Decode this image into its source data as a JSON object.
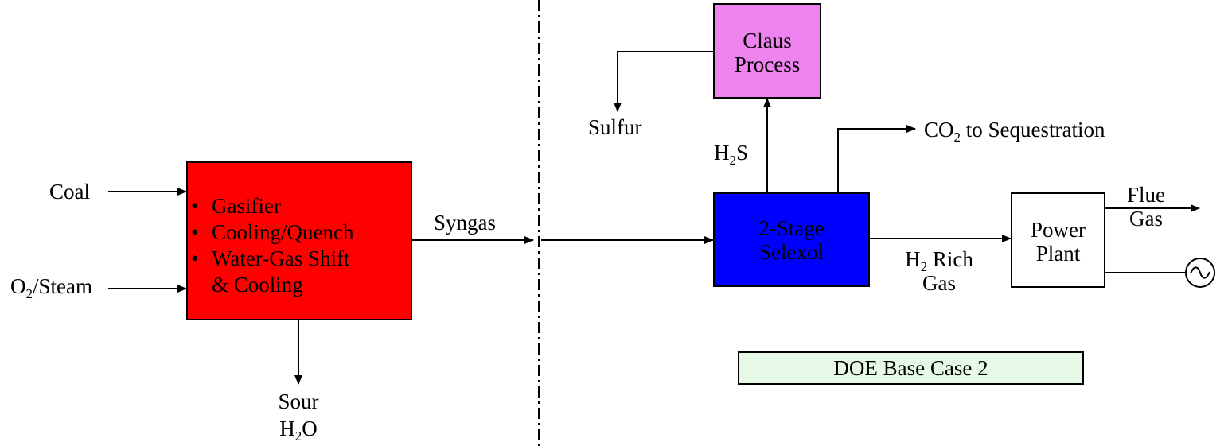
{
  "inputs": {
    "coal": "Coal",
    "o2_prefix": "O",
    "o2_sub": "2",
    "o2_suffix": "/Steam"
  },
  "gasifier_block": {
    "color": "#ff0000",
    "items": [
      "Gasifier",
      "Cooling/Quench",
      "Water-Gas Shift",
      "& Cooling"
    ]
  },
  "sour_water": {
    "line1": "Sour",
    "h": "H",
    "sub": "2",
    "o": "O"
  },
  "syngas_label": "Syngas",
  "selexol_block": {
    "color": "#0000ff",
    "line1": "2-Stage",
    "line2": "Selexol"
  },
  "claus_block": {
    "color": "#ee82ee",
    "line1": "Claus",
    "line2": "Process"
  },
  "sulfur_label": "Sulfur",
  "h2s_label": {
    "h": "H",
    "sub": "2",
    "s": "S"
  },
  "co2_label": {
    "co": "CO",
    "sub": "2",
    "rest": " to Sequestration"
  },
  "h2_rich_label": {
    "h": "H",
    "sub": "2",
    "rest": " Rich",
    "line2": "Gas"
  },
  "power_plant_block": {
    "color": "#ffffff",
    "line1": "Power",
    "line2": "Plant"
  },
  "flue_gas_label": {
    "line1": "Flue",
    "line2": "Gas"
  },
  "generator_icon": "ac-generator-icon",
  "case_label": {
    "text": "DOE Base Case 2",
    "color": "#e6f8e6"
  }
}
